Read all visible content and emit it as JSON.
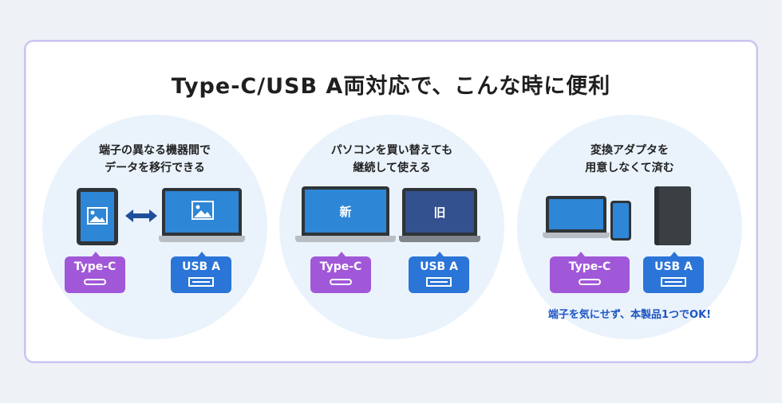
{
  "title": "Type-C/USB A両対応で、こんな時に便利",
  "scenes": [
    {
      "caption_line1": "端子の異なる機器間で",
      "caption_line2": "データを移行できる",
      "badge_left": "Type-C",
      "badge_right": "USB A"
    },
    {
      "caption_line1": "パソコンを買い替えても",
      "caption_line2": "継続して使える",
      "laptop_left_label": "新",
      "laptop_right_label": "旧",
      "badge_left": "Type-C",
      "badge_right": "USB A"
    },
    {
      "caption_line1": "変換アダプタを",
      "caption_line2": "用意しなくて済む",
      "badge_left": "Type-C",
      "badge_right": "USB A"
    }
  ],
  "note": "端子を気にせず、本製品1つでOK!",
  "colors": {
    "typec": "#a158d8",
    "usba": "#2b74d8",
    "circle": "#eaf3fc",
    "note": "#1e55c2"
  }
}
